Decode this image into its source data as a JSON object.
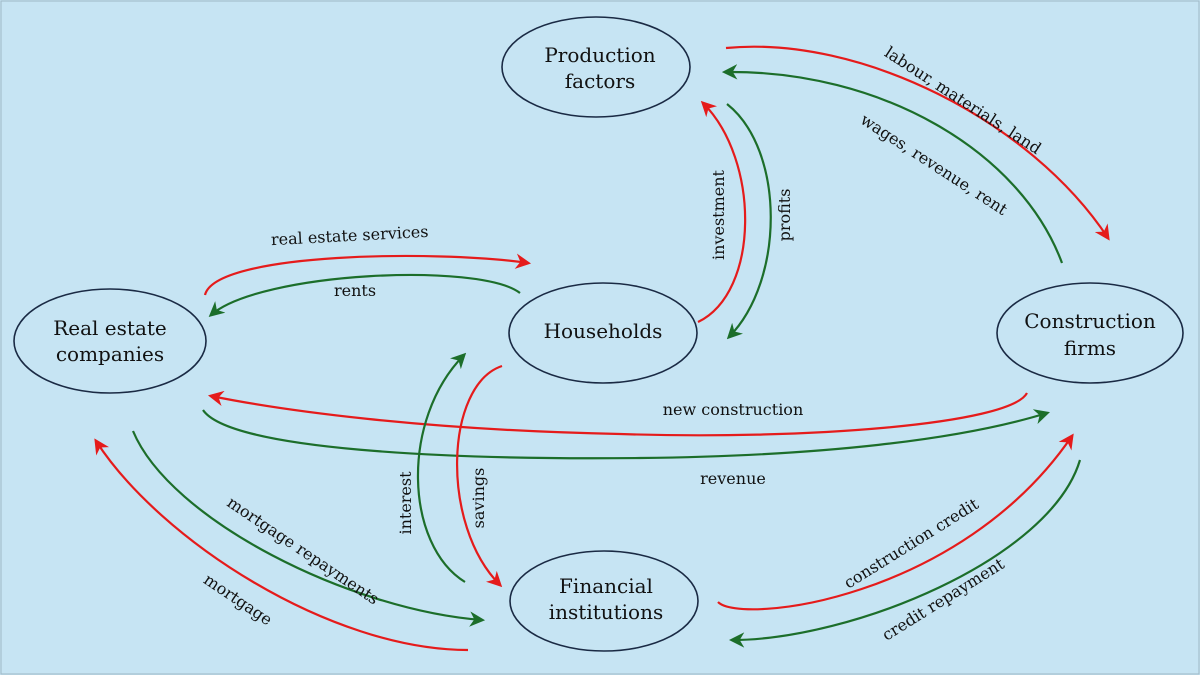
{
  "nodes": {
    "production": [
      "Production",
      "factors"
    ],
    "households": [
      "Households"
    ],
    "real_estate": [
      "Real estate",
      "companies"
    ],
    "construction": [
      "Construction",
      "firms"
    ],
    "financial": [
      "Financial",
      "institutions"
    ]
  },
  "flows": {
    "labour": "labour, materials, land",
    "wages": "wages, revenue, rent",
    "investment": "investment",
    "profits": "profits",
    "real_estate_services": "real estate services",
    "rents": "rents",
    "new_construction": "new construction",
    "revenue": "revenue",
    "interest": "interest",
    "savings": "savings",
    "mortgage_repayments": "mortgage repayments",
    "mortgage": "mortgage",
    "construction_credit": "construction credit",
    "credit_repayment": "credit repayment"
  },
  "colors": {
    "background": "#c6e4f3",
    "outflow": "#e51b1b",
    "inflow": "#1c6e2a",
    "node_border": "#1a2a44"
  }
}
